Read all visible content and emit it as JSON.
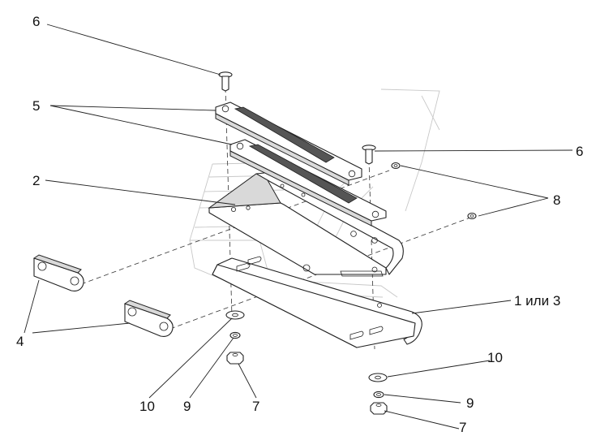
{
  "labels": {
    "l6a": "6",
    "l5": "5",
    "l2": "2",
    "l4": "4",
    "l10a": "10",
    "l9a": "9",
    "l7a": "7",
    "l6b": "6",
    "l8": "8",
    "l1": "1 или 3",
    "l10b": "10",
    "l9b": "9",
    "l7b": "7"
  },
  "colors": {
    "line": "#222222",
    "ghost": "#c8c8c8",
    "fill_shade": "#d9d9d9"
  }
}
